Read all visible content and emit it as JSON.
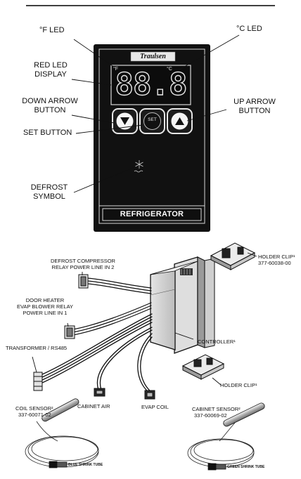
{
  "panel": {
    "brand": "Traulsen",
    "unit_f": "°F",
    "unit_c": "°C",
    "display_value": "88.8",
    "set_button_label": "SET",
    "footer_label": "REFRIGERATOR"
  },
  "callouts": {
    "f_led": "°F LED",
    "c_led": "°C LED",
    "red_led_display": "RED LED\nDISPLAY",
    "down_arrow_button": "DOWN ARROW\nBUTTON",
    "up_arrow_button": "UP ARROW\nBUTTON",
    "set_button": "SET BUTTON",
    "defrost_symbol": "DEFROST\nSYMBOL"
  },
  "parts": {
    "defrost_compressor": "DEFROST COMPRESSOR\nRELAY POWER LINE IN 2",
    "door_heater": "DOOR HEATER\nEVAP BLOWER RELAY\nPOWER LINE IN 1",
    "transformer": "TRANSFORMER / RS485",
    "cabinet_air": "CABINET AIR",
    "evap_coil": "EVAP COIL",
    "controller": "CONTROLLER¹",
    "holder_clip_top_name": "HOLDER CLIP¹",
    "holder_clip_top_part": "377-60038-00",
    "holder_clip_bottom": "HOLDER CLIP¹",
    "coil_sensor_name": "COIL SENSOR²",
    "coil_sensor_part": "337-60071-02",
    "cabinet_sensor_name": "CABINET SENSOR²",
    "cabinet_sensor_part": "337-60069-02",
    "blue_tube": "BLUE SHRINK TUBE",
    "green_tube": "GREEN SHRINK TUBE"
  }
}
